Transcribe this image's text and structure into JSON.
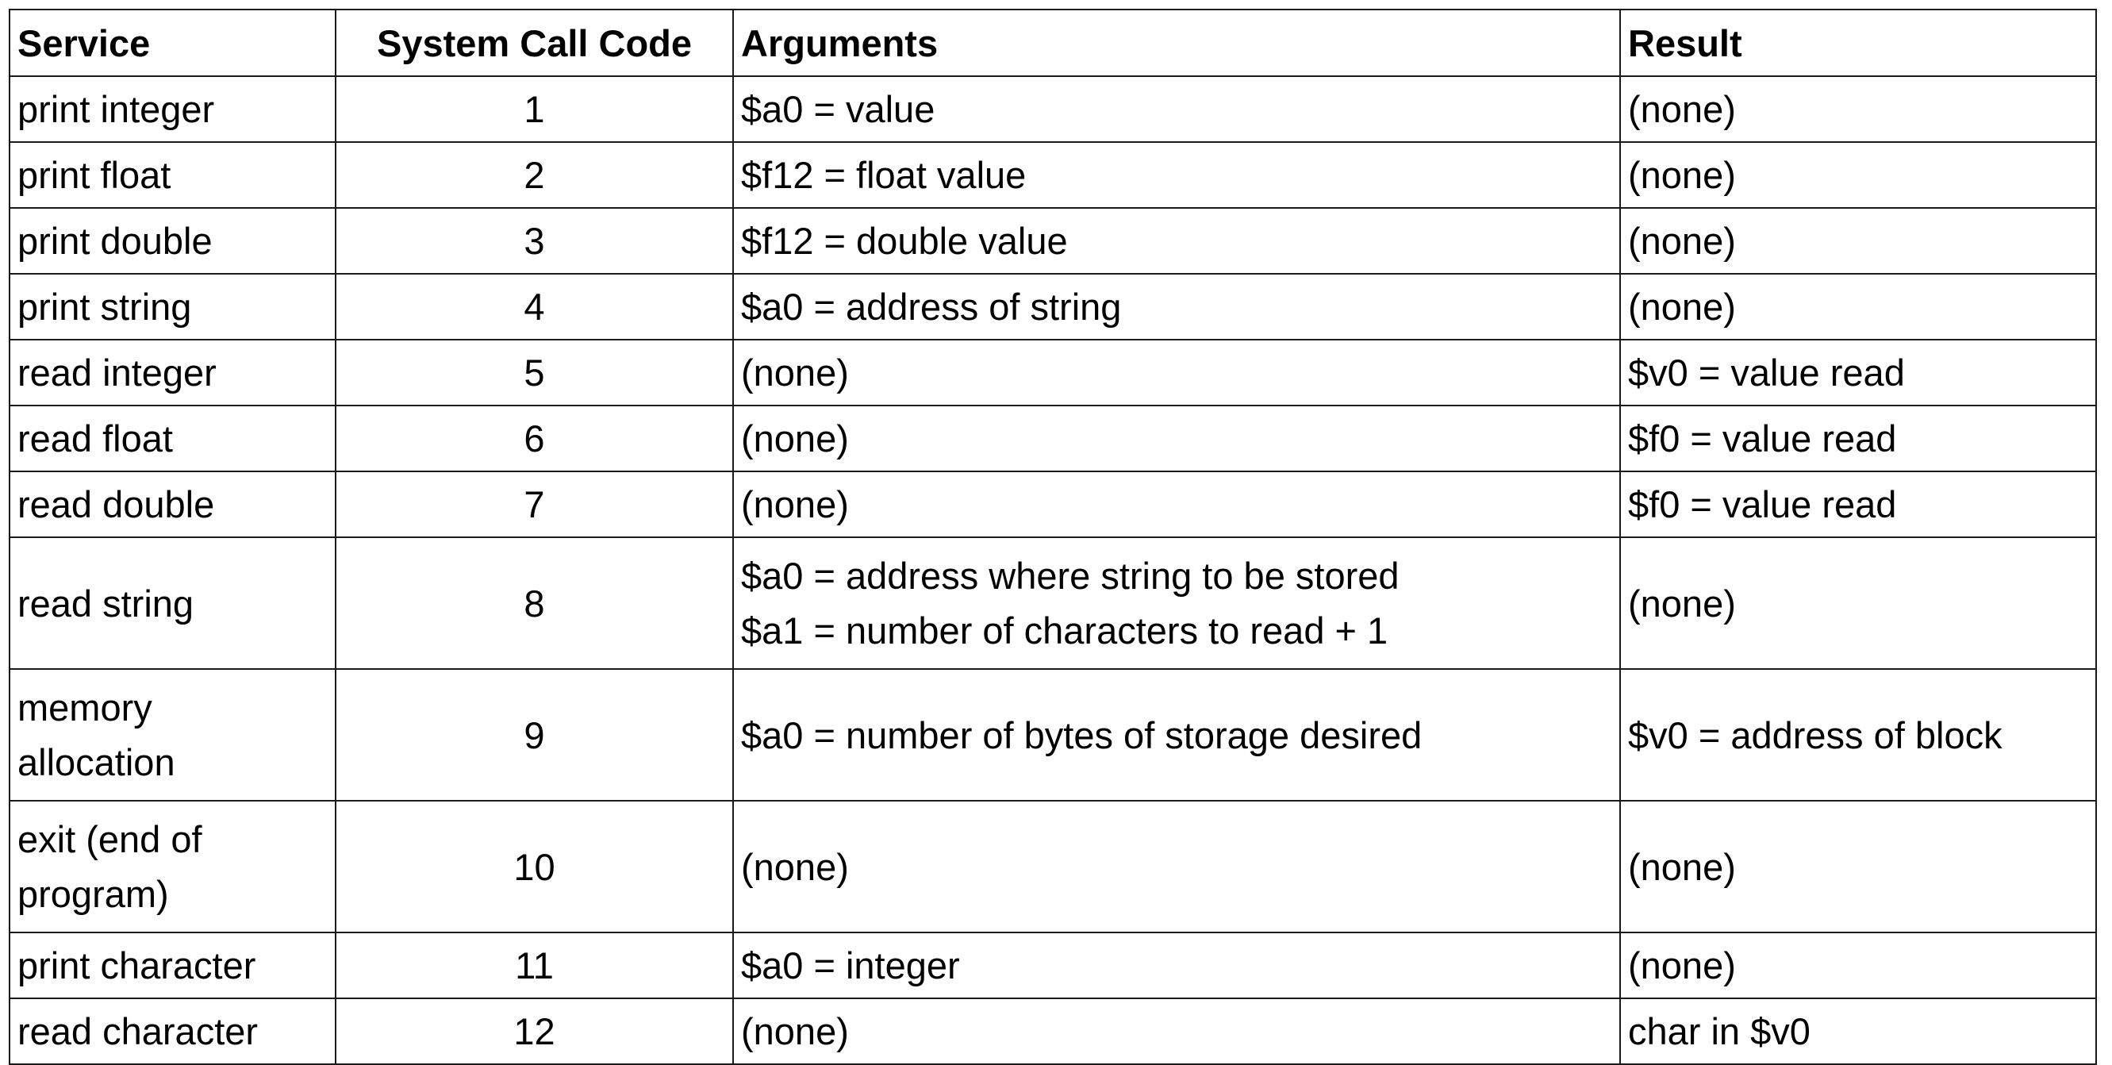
{
  "table": {
    "headers": {
      "service": "Service",
      "code": "System Call Code",
      "arguments": "Arguments",
      "result": "Result"
    },
    "rows": [
      {
        "service": [
          "print integer"
        ],
        "code": "1",
        "arguments": [
          "$a0 = value"
        ],
        "result": "(none)"
      },
      {
        "service": [
          "print float"
        ],
        "code": "2",
        "arguments": [
          "$f12 = float value"
        ],
        "result": "(none)"
      },
      {
        "service": [
          "print double"
        ],
        "code": "3",
        "arguments": [
          "$f12 = double value"
        ],
        "result": "(none)"
      },
      {
        "service": [
          "print string"
        ],
        "code": "4",
        "arguments": [
          "$a0 = address of string"
        ],
        "result": "(none)"
      },
      {
        "service": [
          "read integer"
        ],
        "code": "5",
        "arguments": [
          "(none)"
        ],
        "result": "$v0 = value read"
      },
      {
        "service": [
          "read float"
        ],
        "code": "6",
        "arguments": [
          "(none)"
        ],
        "result": "$f0 = value read"
      },
      {
        "service": [
          "read double"
        ],
        "code": "7",
        "arguments": [
          "(none)"
        ],
        "result": "$f0 = value read"
      },
      {
        "service": [
          "read string"
        ],
        "code": "8",
        "arguments": [
          "$a0 = address where string to be stored",
          "$a1 = number of characters to read + 1"
        ],
        "result": "(none)"
      },
      {
        "service": [
          "memory",
          "allocation"
        ],
        "code": "9",
        "arguments": [
          "$a0 = number of bytes of storage desired"
        ],
        "result": "$v0 = address of block"
      },
      {
        "service": [
          "exit (end of",
          "program)"
        ],
        "code": "10",
        "arguments": [
          "(none)"
        ],
        "result": "(none)"
      },
      {
        "service": [
          "print character"
        ],
        "code": "11",
        "arguments": [
          "$a0 = integer"
        ],
        "result": "(none)"
      },
      {
        "service": [
          "read character"
        ],
        "code": "12",
        "arguments": [
          "(none)"
        ],
        "result": "char in $v0"
      }
    ]
  }
}
